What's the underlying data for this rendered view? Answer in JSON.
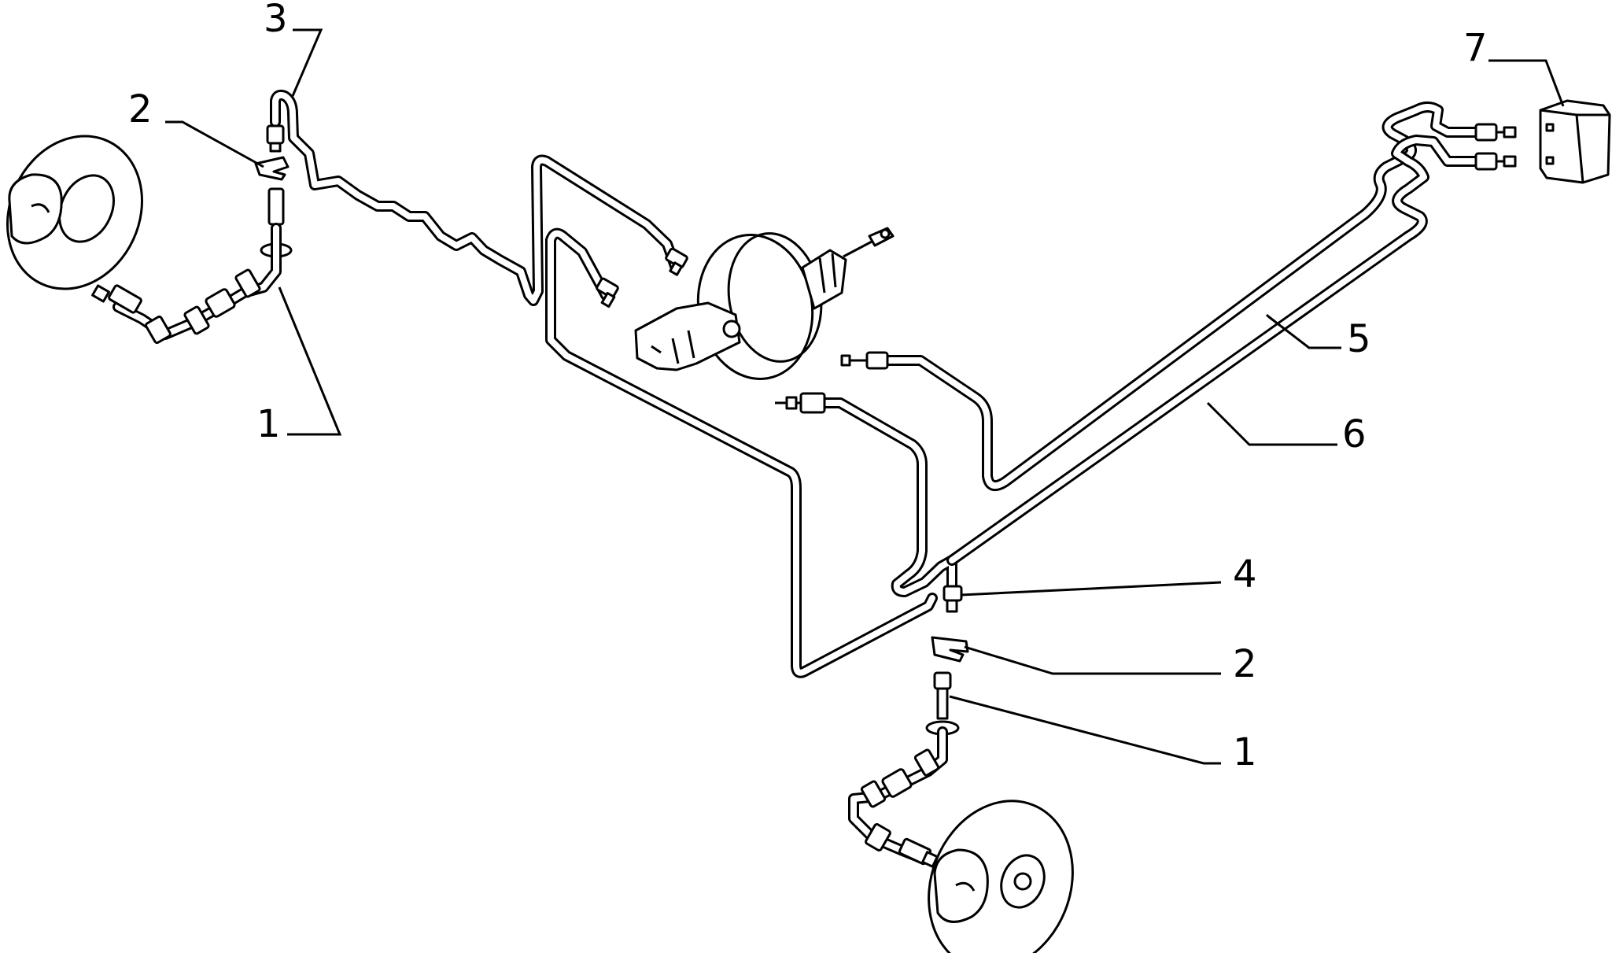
{
  "callouts": [
    {
      "id": "c3",
      "label": "3"
    },
    {
      "id": "c2a",
      "label": "2"
    },
    {
      "id": "c1a",
      "label": "1"
    },
    {
      "id": "c7",
      "label": "7"
    },
    {
      "id": "c5",
      "label": "5"
    },
    {
      "id": "c6",
      "label": "6"
    },
    {
      "id": "c4",
      "label": "4"
    },
    {
      "id": "c2b",
      "label": "2"
    },
    {
      "id": "c1b",
      "label": "1"
    }
  ]
}
